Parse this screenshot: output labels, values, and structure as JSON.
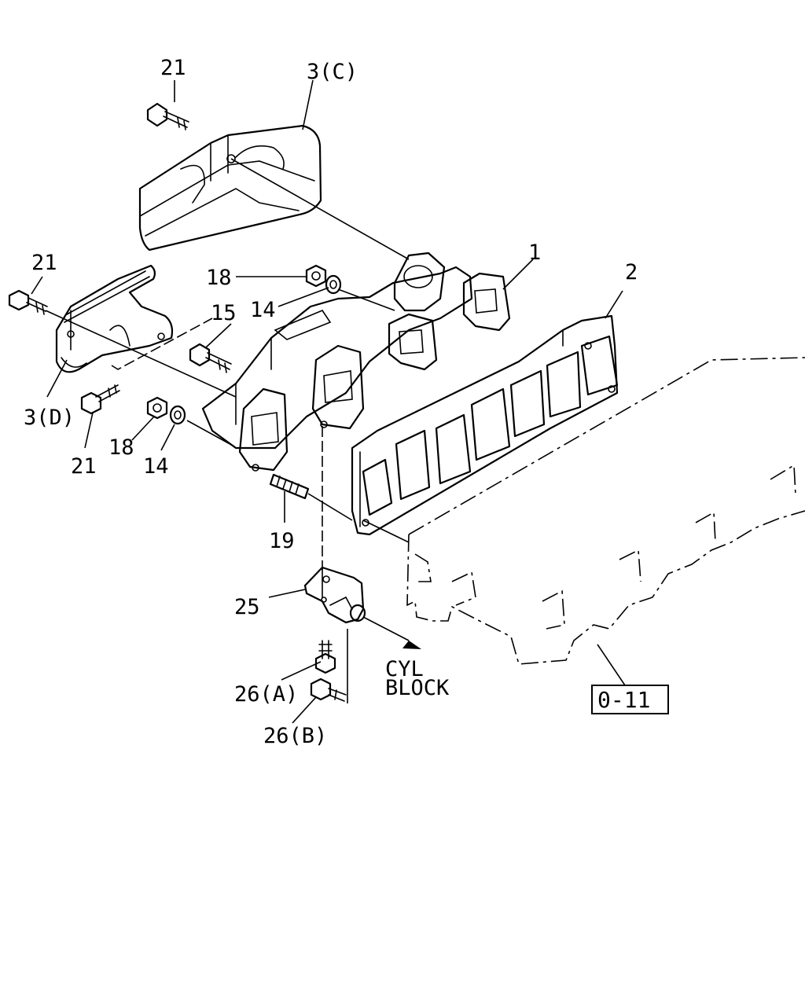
{
  "labels": {
    "p1": "1",
    "p2": "2",
    "p3c": "3(C)",
    "p3d": "3(D)",
    "p14a": "14",
    "p14b": "14",
    "p15": "15",
    "p18a": "18",
    "p18b": "18",
    "p19": "19",
    "p21a": "21",
    "p21b": "21",
    "p21c": "21",
    "p25": "25",
    "p26a": "26(A)",
    "p26b": "26(B)"
  },
  "direction": {
    "line1": "CYL",
    "line2": "BLOCK"
  },
  "reference": "0-11"
}
